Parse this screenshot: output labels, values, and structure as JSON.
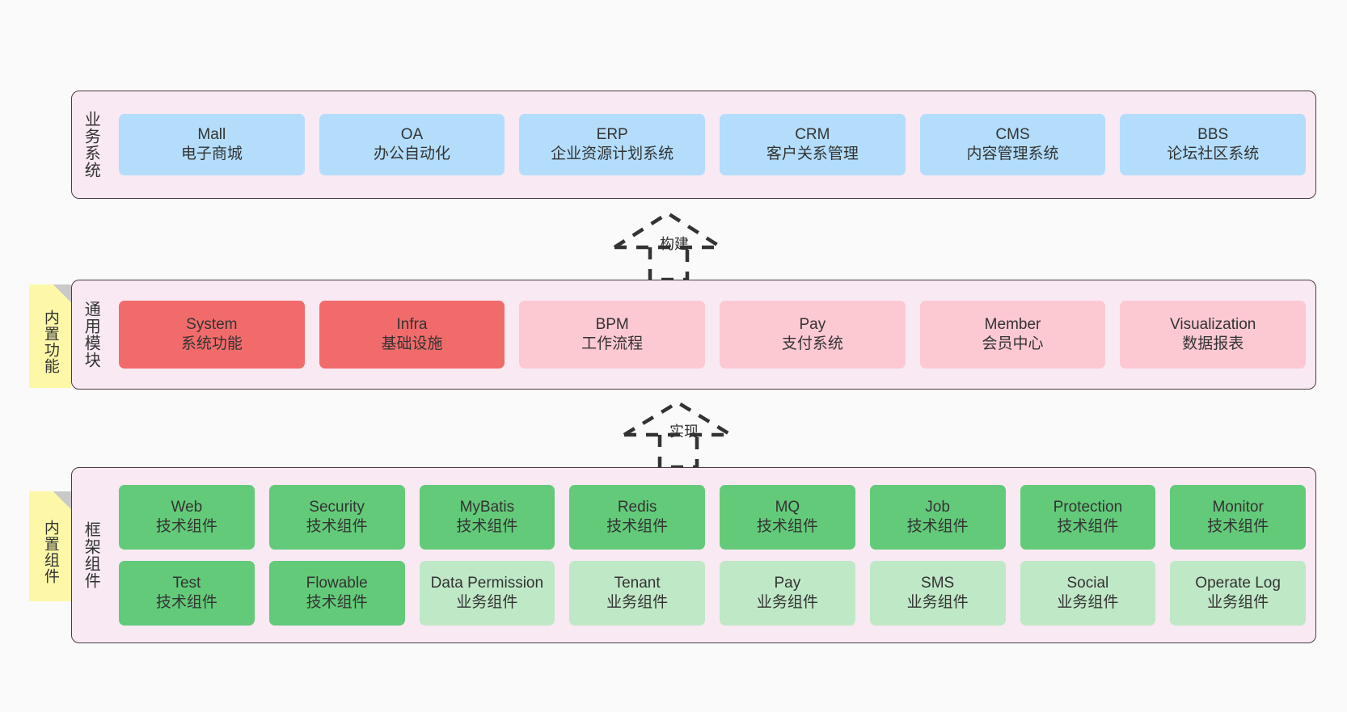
{
  "diagram": {
    "title": "",
    "colors": {
      "canvas_bg": "#fafafa",
      "layer_bg": "#f8e9f3",
      "layer_border": "#4a3b44",
      "blue": "#b3ddfb",
      "red": "#f26b6b",
      "pink": "#fcc9d3",
      "green": "#63ca79",
      "light_green": "#bfe8c7",
      "sticky_yellow": "#fcf8a8",
      "sticky_fold": "#c9c9c9",
      "text": "#333333"
    }
  },
  "layers": {
    "business": {
      "label": "业务系统",
      "cards": [
        {
          "en": "Mall",
          "cn": "电子商城",
          "color": "blue"
        },
        {
          "en": "OA",
          "cn": "办公自动化",
          "color": "blue"
        },
        {
          "en": "ERP",
          "cn": "企业资源计划系统",
          "color": "blue"
        },
        {
          "en": "CRM",
          "cn": "客户关系管理",
          "color": "blue"
        },
        {
          "en": "CMS",
          "cn": "内容管理系统",
          "color": "blue"
        },
        {
          "en": "BBS",
          "cn": "论坛社区系统",
          "color": "blue"
        }
      ]
    },
    "common": {
      "label": "通用模块",
      "sticky": "内置功能",
      "cards": [
        {
          "en": "System",
          "cn": "系统功能",
          "color": "red"
        },
        {
          "en": "Infra",
          "cn": "基础设施",
          "color": "red"
        },
        {
          "en": "BPM",
          "cn": "工作流程",
          "color": "pink"
        },
        {
          "en": "Pay",
          "cn": "支付系统",
          "color": "pink"
        },
        {
          "en": "Member",
          "cn": "会员中心",
          "color": "pink"
        },
        {
          "en": "Visualization",
          "cn": "数据报表",
          "color": "pink"
        }
      ]
    },
    "framework": {
      "label": "框架组件",
      "sticky": "内置组件",
      "row1": [
        {
          "en": "Web",
          "cn": "技术组件",
          "color": "green"
        },
        {
          "en": "Security",
          "cn": "技术组件",
          "color": "green"
        },
        {
          "en": "MyBatis",
          "cn": "技术组件",
          "color": "green"
        },
        {
          "en": "Redis",
          "cn": "技术组件",
          "color": "green"
        },
        {
          "en": "MQ",
          "cn": "技术组件",
          "color": "green"
        },
        {
          "en": "Job",
          "cn": "技术组件",
          "color": "green"
        },
        {
          "en": "Protection",
          "cn": "技术组件",
          "color": "green"
        },
        {
          "en": "Monitor",
          "cn": "技术组件",
          "color": "green"
        }
      ],
      "row2": [
        {
          "en": "Test",
          "cn": "技术组件",
          "color": "green"
        },
        {
          "en": "Flowable",
          "cn": "技术组件",
          "color": "green"
        },
        {
          "en": "Data Permission",
          "cn": "业务组件",
          "color": "lgreen"
        },
        {
          "en": "Tenant",
          "cn": "业务组件",
          "color": "lgreen"
        },
        {
          "en": "Pay",
          "cn": "业务组件",
          "color": "lgreen"
        },
        {
          "en": "SMS",
          "cn": "业务组件",
          "color": "lgreen"
        },
        {
          "en": "Social",
          "cn": "业务组件",
          "color": "lgreen"
        },
        {
          "en": "Operate Log",
          "cn": "业务组件",
          "color": "lgreen"
        }
      ]
    }
  },
  "arrows": [
    {
      "label": "构建"
    },
    {
      "label": "实现"
    }
  ]
}
